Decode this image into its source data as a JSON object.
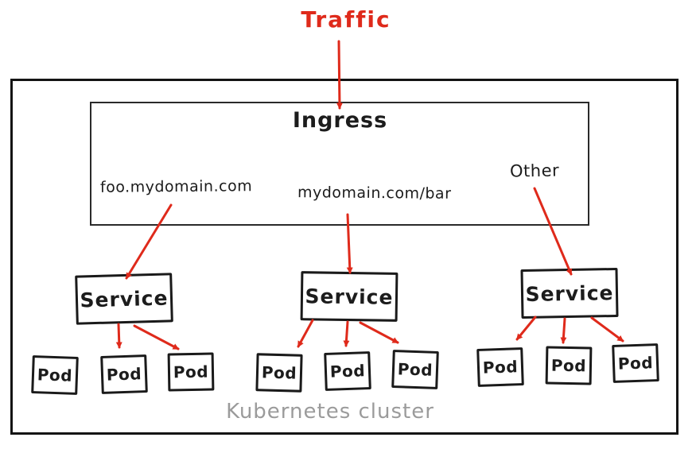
{
  "diagram": {
    "traffic": {
      "label": "Traffic"
    },
    "ingress": {
      "title": "Ingress",
      "rules": [
        {
          "label": "foo.mydomain.com"
        },
        {
          "label": "mydomain.com/bar"
        },
        {
          "label": "Other"
        }
      ]
    },
    "services": [
      {
        "label": "Service",
        "pods": [
          {
            "label": "Pod"
          },
          {
            "label": "Pod"
          },
          {
            "label": "Pod"
          }
        ]
      },
      {
        "label": "Service",
        "pods": [
          {
            "label": "Pod"
          },
          {
            "label": "Pod"
          },
          {
            "label": "Pod"
          }
        ]
      },
      {
        "label": "Service",
        "pods": [
          {
            "label": "Pod"
          },
          {
            "label": "Pod"
          },
          {
            "label": "Pod"
          }
        ]
      }
    ],
    "cluster": {
      "label": "Kubernetes cluster"
    },
    "colors": {
      "arrow_red": "#df2a1b",
      "ink_black": "#1a1a1a",
      "cluster_text_gray": "#9b9b9b"
    }
  }
}
